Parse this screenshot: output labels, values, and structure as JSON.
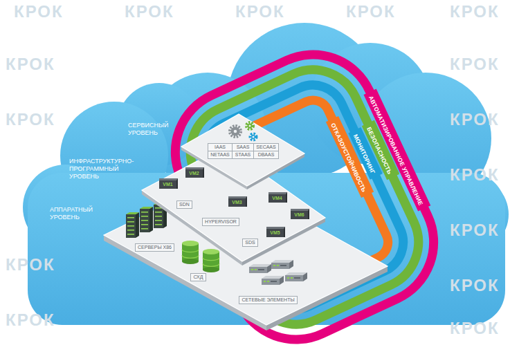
{
  "diagram": {
    "nodes": [
      {
        "text": [
          "СЕРВИСНЫЙ УРОВЕНЬ"
        ]
      },
      {
        "text": [
          "IAAS"
        ],
        "in": 0
      },
      {
        "text": [
          "NETAAS"
        ],
        "in": 0
      },
      {
        "text": [
          "SAAS"
        ],
        "in": 0
      },
      {
        "text": [
          "STAAS"
        ],
        "in": 0
      },
      {
        "text": [
          "SECAAS"
        ],
        "in": 0
      },
      {
        "text": [
          "DBAAS"
        ],
        "in": 0
      },
      {
        "text": [
          "ИНФРАСТРУКТУРНО- ПРОГРАММНЫЙ УРОВЕНЬ"
        ]
      },
      {
        "text": [
          "SDN"
        ],
        "in": 7
      },
      {
        "text": [
          "HYPERVISOR"
        ],
        "in": 7
      },
      {
        "text": [
          "SDS"
        ],
        "in": 7
      },
      {
        "text": [
          "VM1"
        ],
        "in": 7
      },
      {
        "text": [
          "VM2"
        ],
        "in": 7
      },
      {
        "text": [
          "VM3"
        ],
        "in": 7
      },
      {
        "text": [
          "VM4"
        ],
        "in": 7
      },
      {
        "text": [
          "VM5"
        ],
        "in": 7
      },
      {
        "text": [
          "VM6"
        ],
        "in": 7
      },
      {
        "text": [
          "АППАРАТНЫЙ УРОВЕНЬ"
        ]
      },
      {
        "text": [
          "СЕРВЕРЫ X86"
        ],
        "in": 17
      },
      {
        "text": [
          "СХД"
        ],
        "in": 17
      },
      {
        "text": [
          "СЕТЕВЫЕ ЭЛЕМЕНТЫ"
        ],
        "in": 17
      },
      {
        "text": [
          "АВТОМАТИЗИРОВАННОЕ УПРАВЛЕНИЕ"
        ]
      },
      {
        "text": [
          "БЕЗОПАСНОСТЬ"
        ]
      },
      {
        "text": [
          "МОНИТОРИНГ"
        ]
      },
      {
        "text": [
          "ОТКАЗОУСТОЙЧИВОСТЬ"
        ]
      }
    ],
    "labels": [
      "КРОК",
      "КРОК",
      "КРОК",
      "КРОК",
      "КРОК",
      "КРОК",
      "КРОК",
      "КРОК",
      "КРОК",
      "КРОК",
      "КРОК",
      "КРОК",
      "КРОК",
      "КРОК",
      "КРОК"
    ]
  }
}
